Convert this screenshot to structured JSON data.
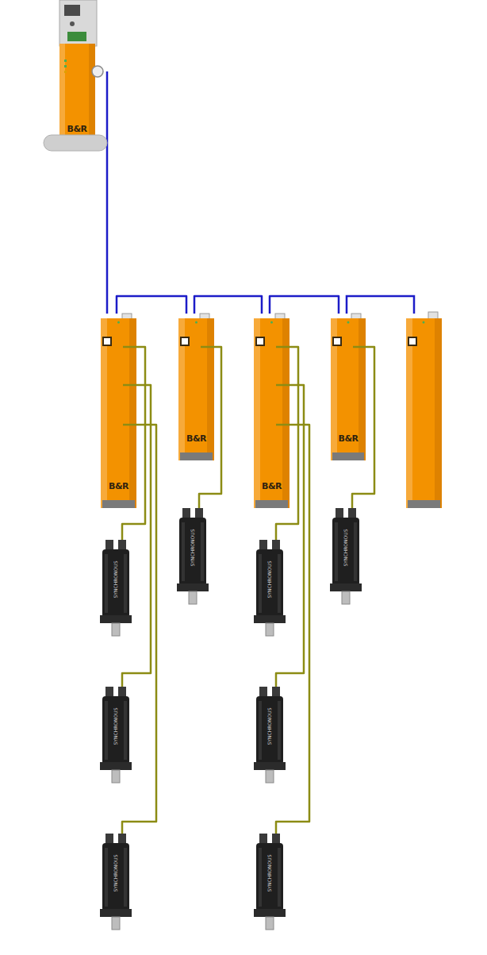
{
  "diagram": {
    "nodes": [
      {
        "text": [
          "B&R"
        ]
      },
      {
        "text": [
          "B&R"
        ]
      },
      {
        "text": [
          "B&R"
        ]
      },
      {
        "text": [
          "B&R"
        ]
      },
      {
        "text": [
          "B&R"
        ]
      },
      {
        "text": [
          "SYNCHRONOUS"
        ]
      },
      {
        "text": [
          "SYNCHRONOUS"
        ]
      },
      {
        "text": [
          "SYNCHRONOUS"
        ]
      },
      {
        "text": [
          "SYNCHRONOUS"
        ]
      },
      {
        "text": [
          "SYNCHRONOUS"
        ]
      },
      {
        "text": [
          "SYNCHRONOUS"
        ]
      },
      {
        "text": [
          "SYNCHRONOUS"
        ]
      },
      {
        "text": [
          "SYNCHRONOUS"
        ]
      }
    ],
    "edges": [
      {
        "from": 0,
        "to": 1,
        "arrow": "none"
      },
      {
        "from": 1,
        "to": 2,
        "arrow": "none"
      },
      {
        "from": 2,
        "to": 3,
        "arrow": "none"
      },
      {
        "from": 3,
        "to": 4,
        "arrow": "none"
      },
      {
        "from": 1,
        "to": 5,
        "arrow": "none"
      },
      {
        "from": 1,
        "to": 6,
        "arrow": "none"
      },
      {
        "from": 1,
        "to": 7,
        "arrow": "none"
      },
      {
        "from": 2,
        "to": 8,
        "arrow": "none"
      },
      {
        "from": 3,
        "to": 9,
        "arrow": "none"
      },
      {
        "from": 3,
        "to": 10,
        "arrow": "none"
      },
      {
        "from": 3,
        "to": 11,
        "arrow": "none"
      },
      {
        "from": 4,
        "to": 12,
        "arrow": "none"
      }
    ]
  }
}
